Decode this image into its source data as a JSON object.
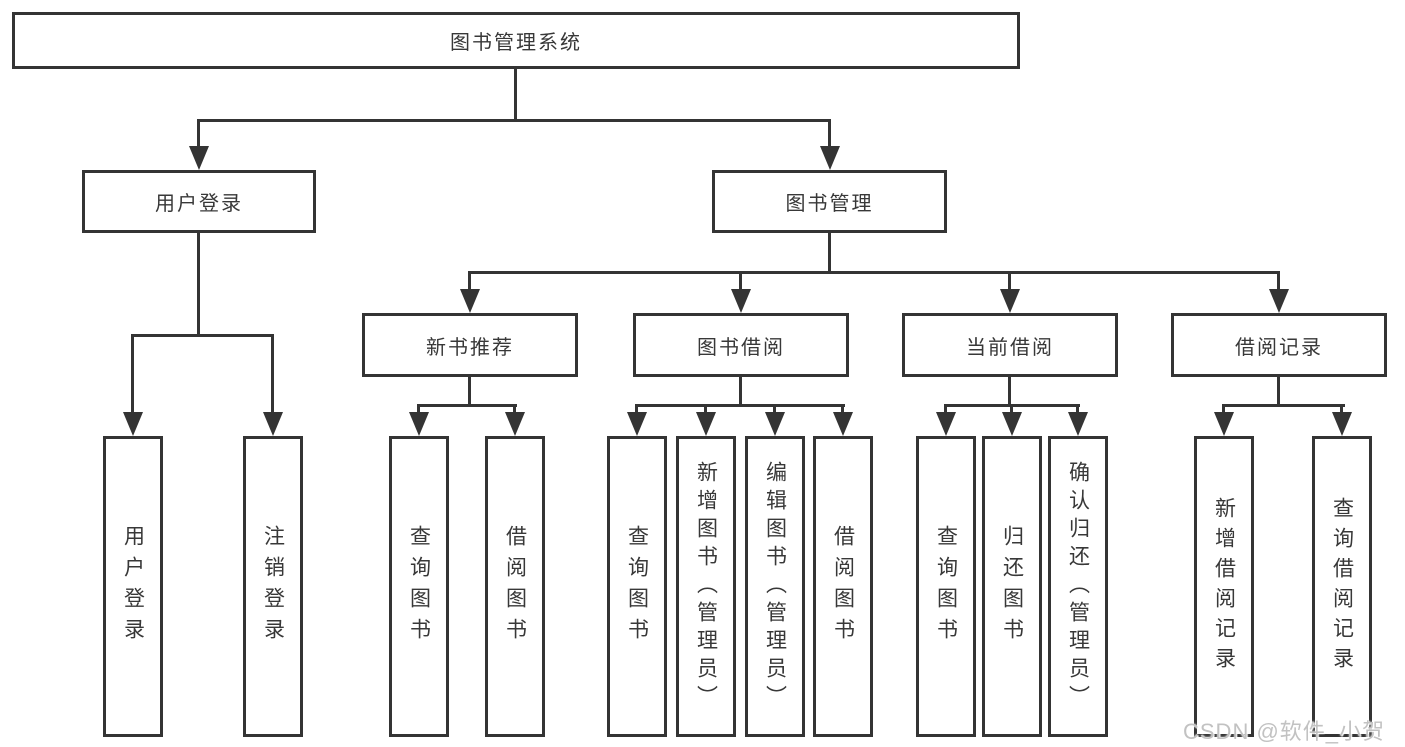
{
  "diagram": {
    "root": {
      "label": "图书管理系统"
    },
    "branches": [
      {
        "label": "用户登录",
        "children": [
          {
            "label": "用户登录"
          },
          {
            "label": "注销登录"
          }
        ]
      },
      {
        "label": "图书管理",
        "children": [
          {
            "label": "新书推荐",
            "children": [
              {
                "label": "查询图书"
              },
              {
                "label": "借阅图书"
              }
            ]
          },
          {
            "label": "图书借阅",
            "children": [
              {
                "label": "查询图书"
              },
              {
                "label": "新增图书（管理员）"
              },
              {
                "label": "编辑图书（管理员）"
              },
              {
                "label": "借阅图书"
              }
            ]
          },
          {
            "label": "当前借阅",
            "children": [
              {
                "label": "查询图书"
              },
              {
                "label": "归还图书"
              },
              {
                "label": "确认归还（管理员）"
              }
            ]
          },
          {
            "label": "借阅记录",
            "children": [
              {
                "label": "新增借阅记录"
              },
              {
                "label": "查询借阅记录"
              }
            ]
          }
        ]
      }
    ]
  },
  "watermark": {
    "text": "CSDN @软件_小贺同学"
  },
  "colors": {
    "line": "#343434",
    "text": "#383838",
    "watermark": "#c2c2c2",
    "background": "#ffffff"
  }
}
